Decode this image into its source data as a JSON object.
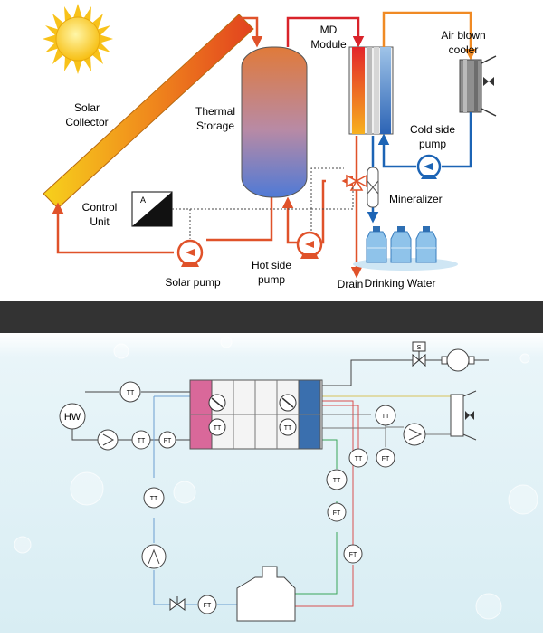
{
  "top": {
    "labels": {
      "solar_collector_1": "Solar",
      "solar_collector_2": "Collector",
      "thermal_storage_1": "Thermal",
      "thermal_storage_2": "Storage",
      "md_module_1": "MD",
      "md_module_2": "Module",
      "air_cooler_1": "Air blown",
      "air_cooler_2": "cooler",
      "cold_pump_1": "Cold side",
      "cold_pump_2": "pump",
      "control_unit_1": "Control",
      "control_unit_2": "Unit",
      "control_box_letter": "A",
      "mineralizer": "Mineralizer",
      "solar_pump": "Solar pump",
      "hot_pump_1": "Hot side",
      "hot_pump_2": "pump",
      "drain": "Drain",
      "drinking_water": "Drinking Water"
    },
    "colors": {
      "hot_loop": "#e0522a",
      "hot_feed": "#d9232a",
      "cold_loop": "#1c64b5",
      "cooling": "#f08a24",
      "sun": "#f8c21a"
    }
  },
  "bottom": {
    "labels": {
      "heater": "HW",
      "tt_1": "TT",
      "tt_2": "TT",
      "tt_3": "TT",
      "tt_4": "TT",
      "tt_5": "TT",
      "tt_6": "TT",
      "tt_7": "TT",
      "tt_8": "TT",
      "ft_1": "FT",
      "ft_2": "FT",
      "ft_3": "FT",
      "ft_4": "FT",
      "ft_5": "FT",
      "solenoid": "S"
    },
    "colors": {
      "hot_channel": "#d9689a",
      "cold_channel": "#3a6fae",
      "hot_line": "#d95050",
      "cold_line": "#6b9ed1",
      "permeate_line": "#3aa65a"
    }
  }
}
